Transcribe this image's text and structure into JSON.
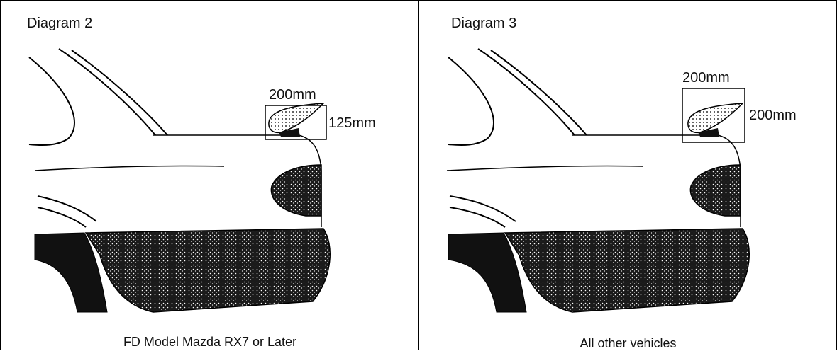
{
  "diagrams": [
    {
      "title": "Diagram 2",
      "caption": "FD Model Mazda RX7 or Later",
      "width_label": "200mm",
      "height_label": "125mm"
    },
    {
      "title": "Diagram 3",
      "caption": "All other vehicles",
      "width_label": "200mm",
      "height_label": "200mm"
    }
  ],
  "colors": {
    "line": "#000000",
    "fill_dark": "#1a1a1a"
  }
}
